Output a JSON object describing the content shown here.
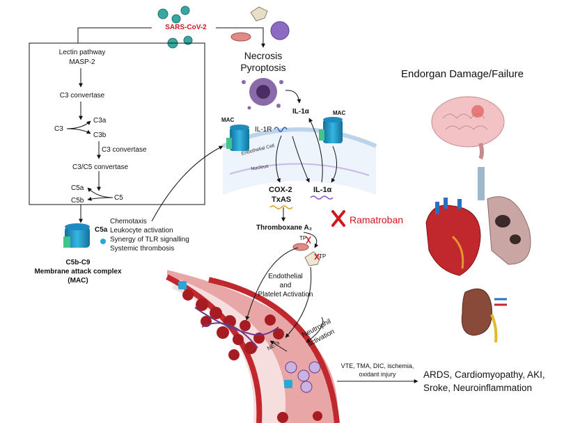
{
  "virus": {
    "label": "SARS-CoV-2"
  },
  "complement": {
    "lectin_pathway": "Lectin pathway",
    "masp2": "MASP-2",
    "c3_convertase_1": "C3 convertase",
    "c3": "C3",
    "c3a": "C3a",
    "c3b": "C3b",
    "c3_convertase_2": "C3 convertase",
    "c3c5_convertase": "C3/C5 convertase",
    "c5a": "C5a",
    "c5b": "C5b",
    "c5": "C5"
  },
  "c5a_effects": {
    "label": "C5a",
    "items": [
      "Chemotaxis",
      "Leukocyte activation",
      "Synergy of TLR signalling",
      "Systemic thrombosis"
    ]
  },
  "mac": {
    "title": "C5b-C9",
    "subtitle": "Membrane attack complex",
    "abbrev": "(MAC)",
    "short": "MAC"
  },
  "cell_death": {
    "line1": "Necrosis",
    "line2": "Pyroptosis"
  },
  "endothelial": {
    "il1a_top": "IL-1α",
    "il1r": "IL-1R",
    "cell_label": "Endothelial Cell",
    "nucleus_label": "Nucleus",
    "cox2": "COX-2",
    "txas": "TxAS",
    "il1a_bottom": "IL-1α"
  },
  "thromboxane": {
    "label": "Thromboxane A₂",
    "tp": "TP"
  },
  "drug": {
    "name": "Ramatroban"
  },
  "vessel": {
    "activation_line1": "Endothelial",
    "activation_line2": "and",
    "activation_line3": "Platelet Activation",
    "neutrophil_line1": "Neutrophil",
    "neutrophil_line2": "activation",
    "nets": "NETs"
  },
  "organs": {
    "title": "Endorgan Damage/Failure"
  },
  "injury": {
    "line1": "VTE, TMA, DIC, ischemia,",
    "line2": "oxidant injury"
  },
  "outcomes": {
    "line1": "ARDS, Cardiomyopathy, AKI,",
    "line2": "Sroke, Neuroinflammation"
  },
  "colors": {
    "accent_red": "#d0161d",
    "mac_blue": "#2aa7d6",
    "vessel_red": "#c0282d",
    "organ_pink": "#f2c2c4"
  }
}
